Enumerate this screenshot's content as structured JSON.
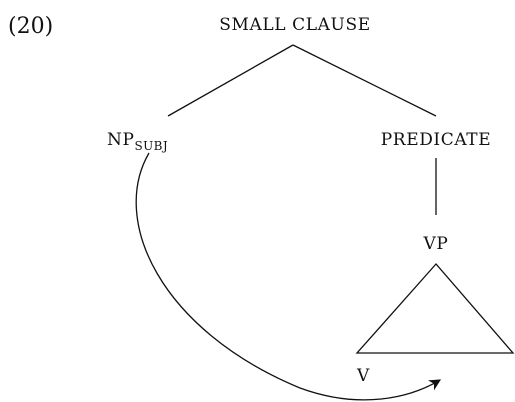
{
  "example_number": "(20)",
  "nodes": {
    "root": "SMALL CLAUSE",
    "subject": {
      "label": "NP",
      "subscript": "SUBJ"
    },
    "predicate": "PREDICATE",
    "vp": "VP",
    "v": "V"
  },
  "colors": {
    "ink": "#111111",
    "background": "#ffffff"
  }
}
